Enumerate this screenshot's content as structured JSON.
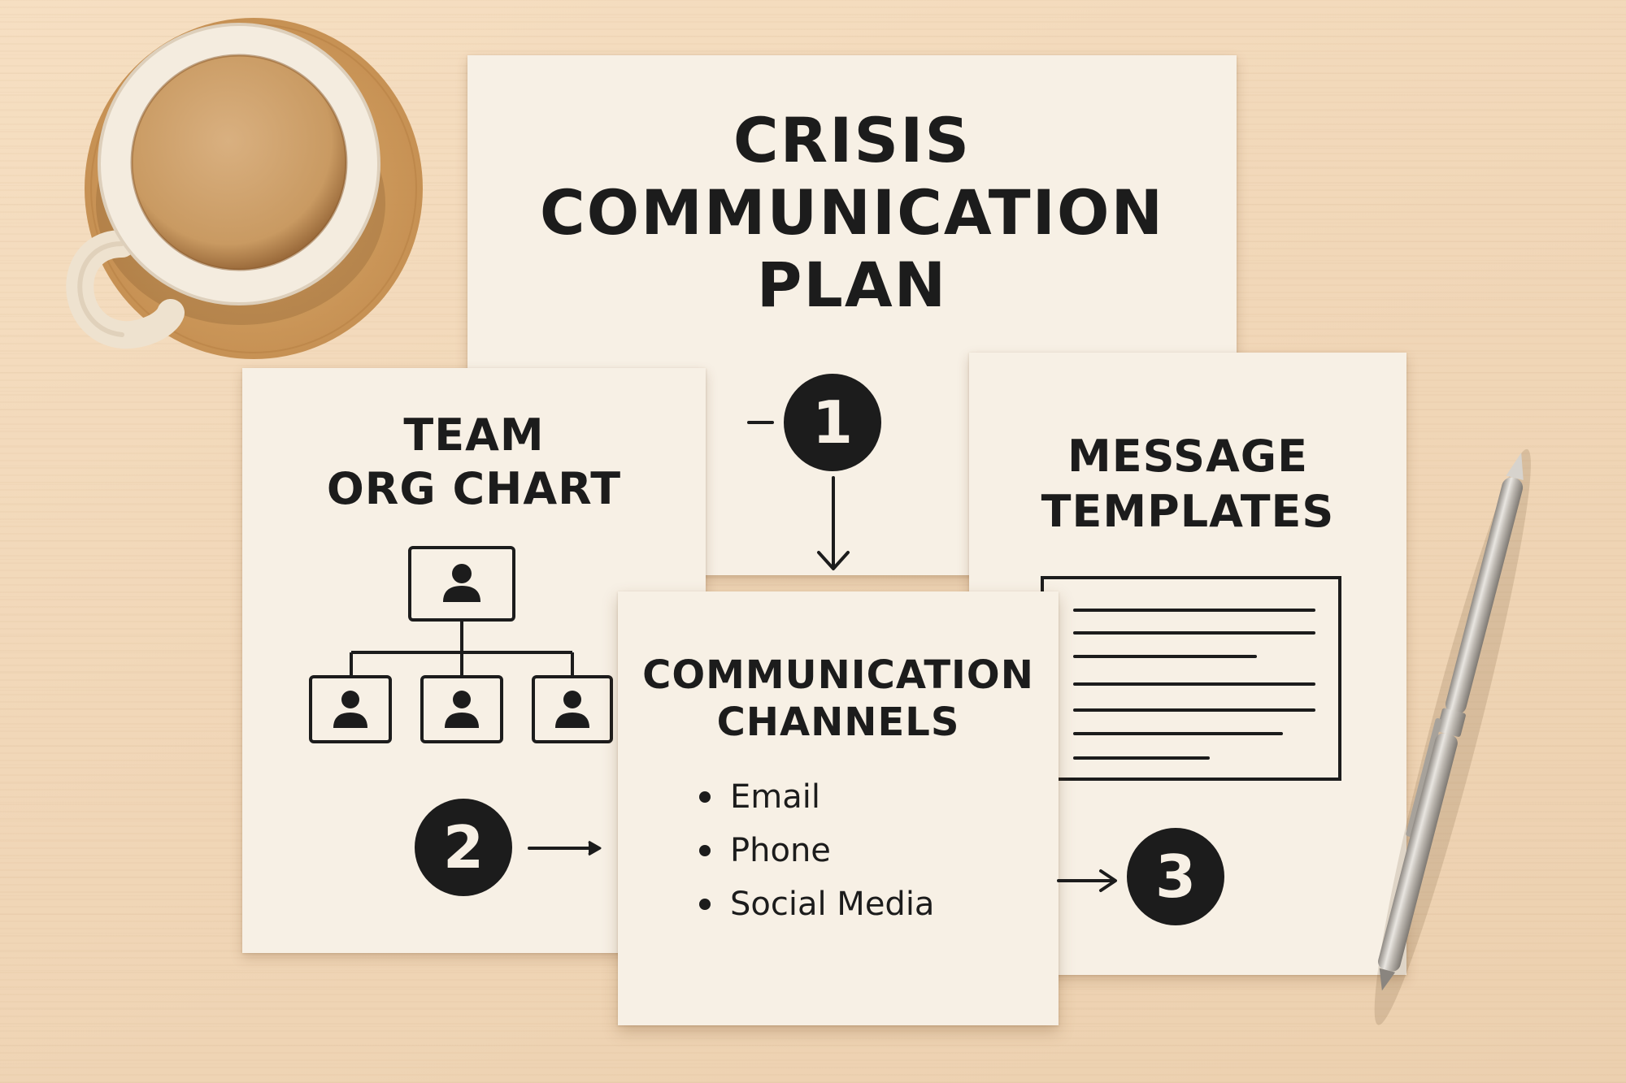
{
  "main_card": {
    "title_lines": [
      "CRISIS",
      "COMMUNICATION",
      "PLAN"
    ],
    "step": "1"
  },
  "team_card": {
    "title_lines": [
      "TEAM",
      "ORG CHART"
    ],
    "step": "2"
  },
  "message_card": {
    "title_lines": [
      "MESSAGE",
      "TEMPLATES"
    ],
    "step": "3"
  },
  "channels_card": {
    "title_lines": [
      "COMMUNICATION",
      "CHANNELS"
    ],
    "channels": [
      "Email",
      "Phone",
      "Social Media"
    ]
  },
  "objects": {
    "coffee_cup": "coffee-cup-icon",
    "pen": "pen-icon",
    "person": "person-icon"
  },
  "colors": {
    "ink": "#1c1c1c",
    "paper": "#f7f0e5",
    "desk": "#f1d7b8",
    "coffee": "#c99a62"
  }
}
